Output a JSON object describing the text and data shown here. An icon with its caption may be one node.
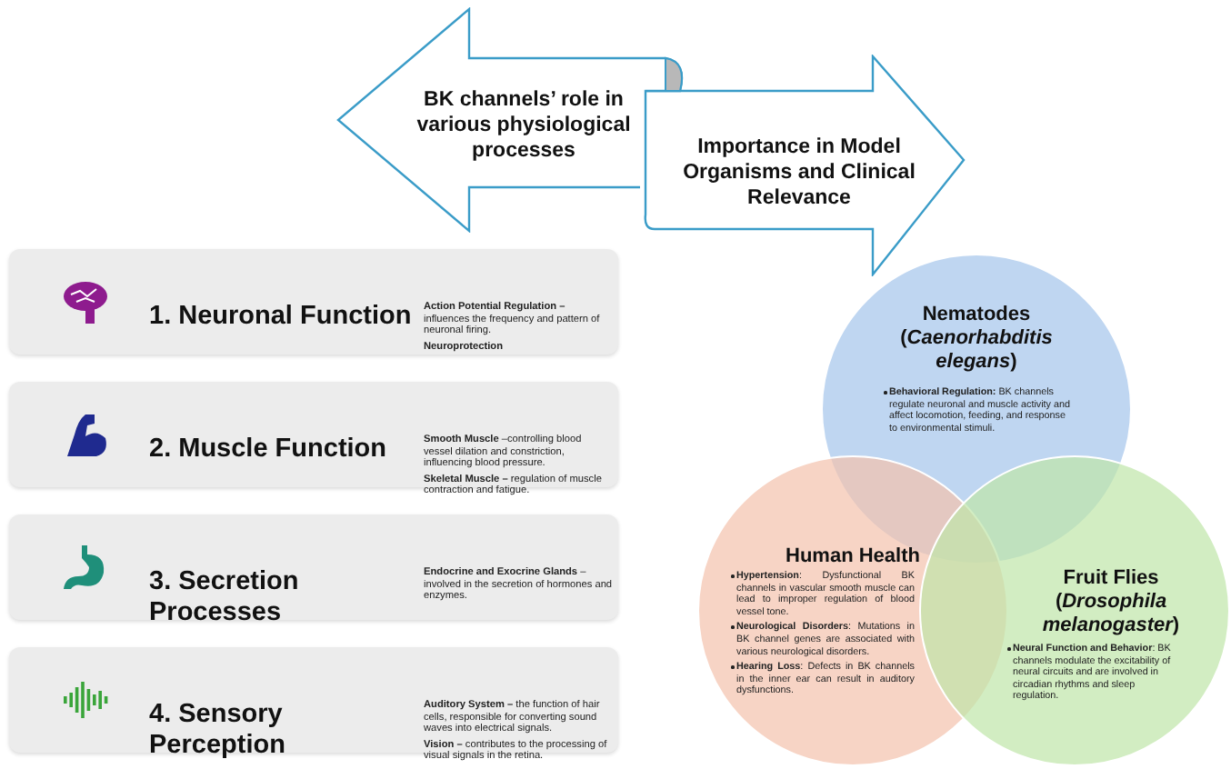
{
  "diagram": {
    "nodes": [
      {
        "text": [
          "BK channels’ role in various physiological processes"
        ]
      },
      {
        "text": [
          "Importance in Model Organisms and Clinical Relevance"
        ]
      },
      {
        "text": [
          "1. Neuronal Function",
          "**Action Potential Regulation –** influences the frequency and pattern of neuronal firing.",
          "**Neuroprotection**"
        ]
      },
      {
        "text": [
          "2. Muscle Function",
          "**Smooth Muscle** –controlling blood vessel dilation and constriction, influencing blood pressure.",
          "**Skeletal Muscle –** regulation of muscle contraction and fatigue."
        ]
      },
      {
        "text": [
          "3. Secretion Processes",
          "**Endocrine and Exocrine Glands** – involved in the secretion of hormones and enzymes."
        ]
      },
      {
        "text": [
          "4. Sensory Perception",
          "**Auditory System –** the function of hair cells, responsible for converting sound waves into electrical signals.",
          "**Vision –** contributes to the processing of visual signals in the retina."
        ]
      },
      {
        "text": [
          "Nematodes (*Caenorhabditis elegans*)",
          "**Behavioral Regulation:** BK channels regulate neuronal and muscle activity and affect locomotion, feeding, and response to environmental stimuli."
        ]
      },
      {
        "text": [
          "Human Health",
          "**Hypertension**: Dysfunctional BK channels in vascular smooth muscle can lead to improper regulation of blood vessel tone.",
          "**Neurological Disorders**: Mutations in BK channel genes are associated with various neurological disorders.",
          "**Hearing Loss**: Defects in BK channels in the inner ear can result in auditory dysfunctions."
        ]
      },
      {
        "text": [
          "Fruit Flies (*Drosophila melanogaster*)",
          "**Neural Function and Behavior**: BK channels modulate the excitability of neural circuits and are involved in circadian rhythms and sleep regulation."
        ]
      }
    ]
  }
}
